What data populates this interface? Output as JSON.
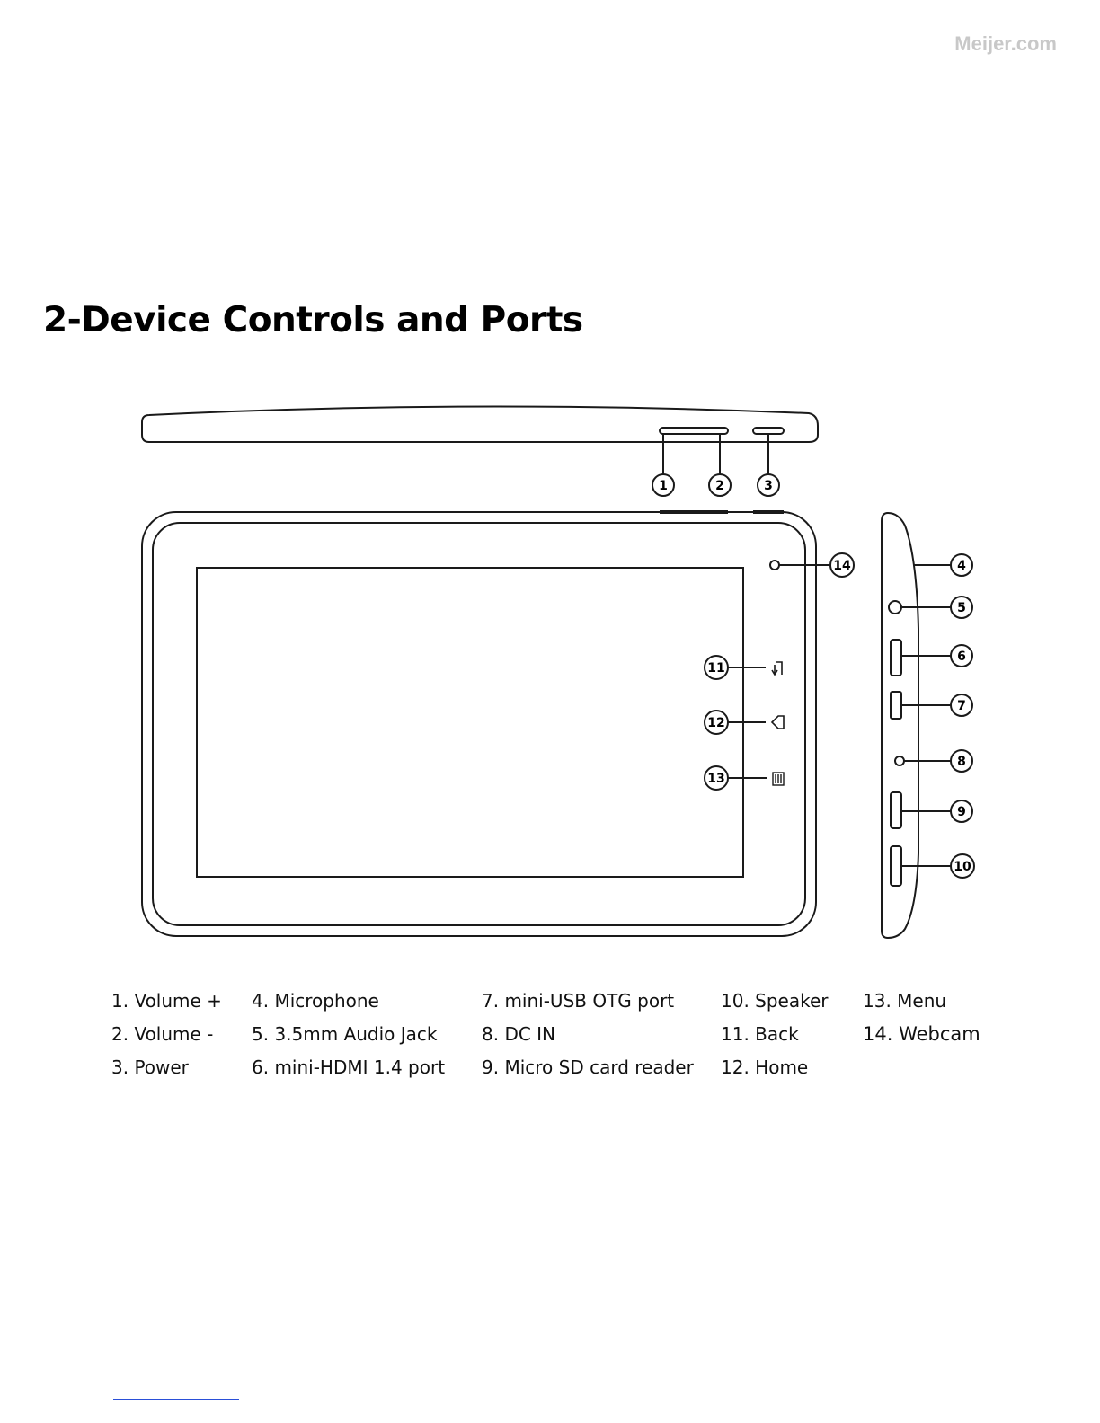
{
  "watermark": "Meijer.com",
  "heading": "2-Device Controls and Ports",
  "callouts": [
    "1",
    "2",
    "3",
    "4",
    "5",
    "6",
    "7",
    "8",
    "9",
    "10",
    "11",
    "12",
    "13",
    "14"
  ],
  "legend": {
    "col1": [
      "1. Volume +",
      "2. Volume -",
      "3. Power"
    ],
    "col2": [
      "4. Microphone",
      "5. 3.5mm Audio Jack",
      "6. mini-HDMI 1.4 port"
    ],
    "col3": [
      "7. mini-USB OTG port",
      "8. DC IN",
      "9. Micro SD card reader"
    ],
    "col4": [
      "10. Speaker",
      "11. Back",
      "12. Home"
    ],
    "col5": [
      "13. Menu",
      "14. Webcam"
    ]
  }
}
